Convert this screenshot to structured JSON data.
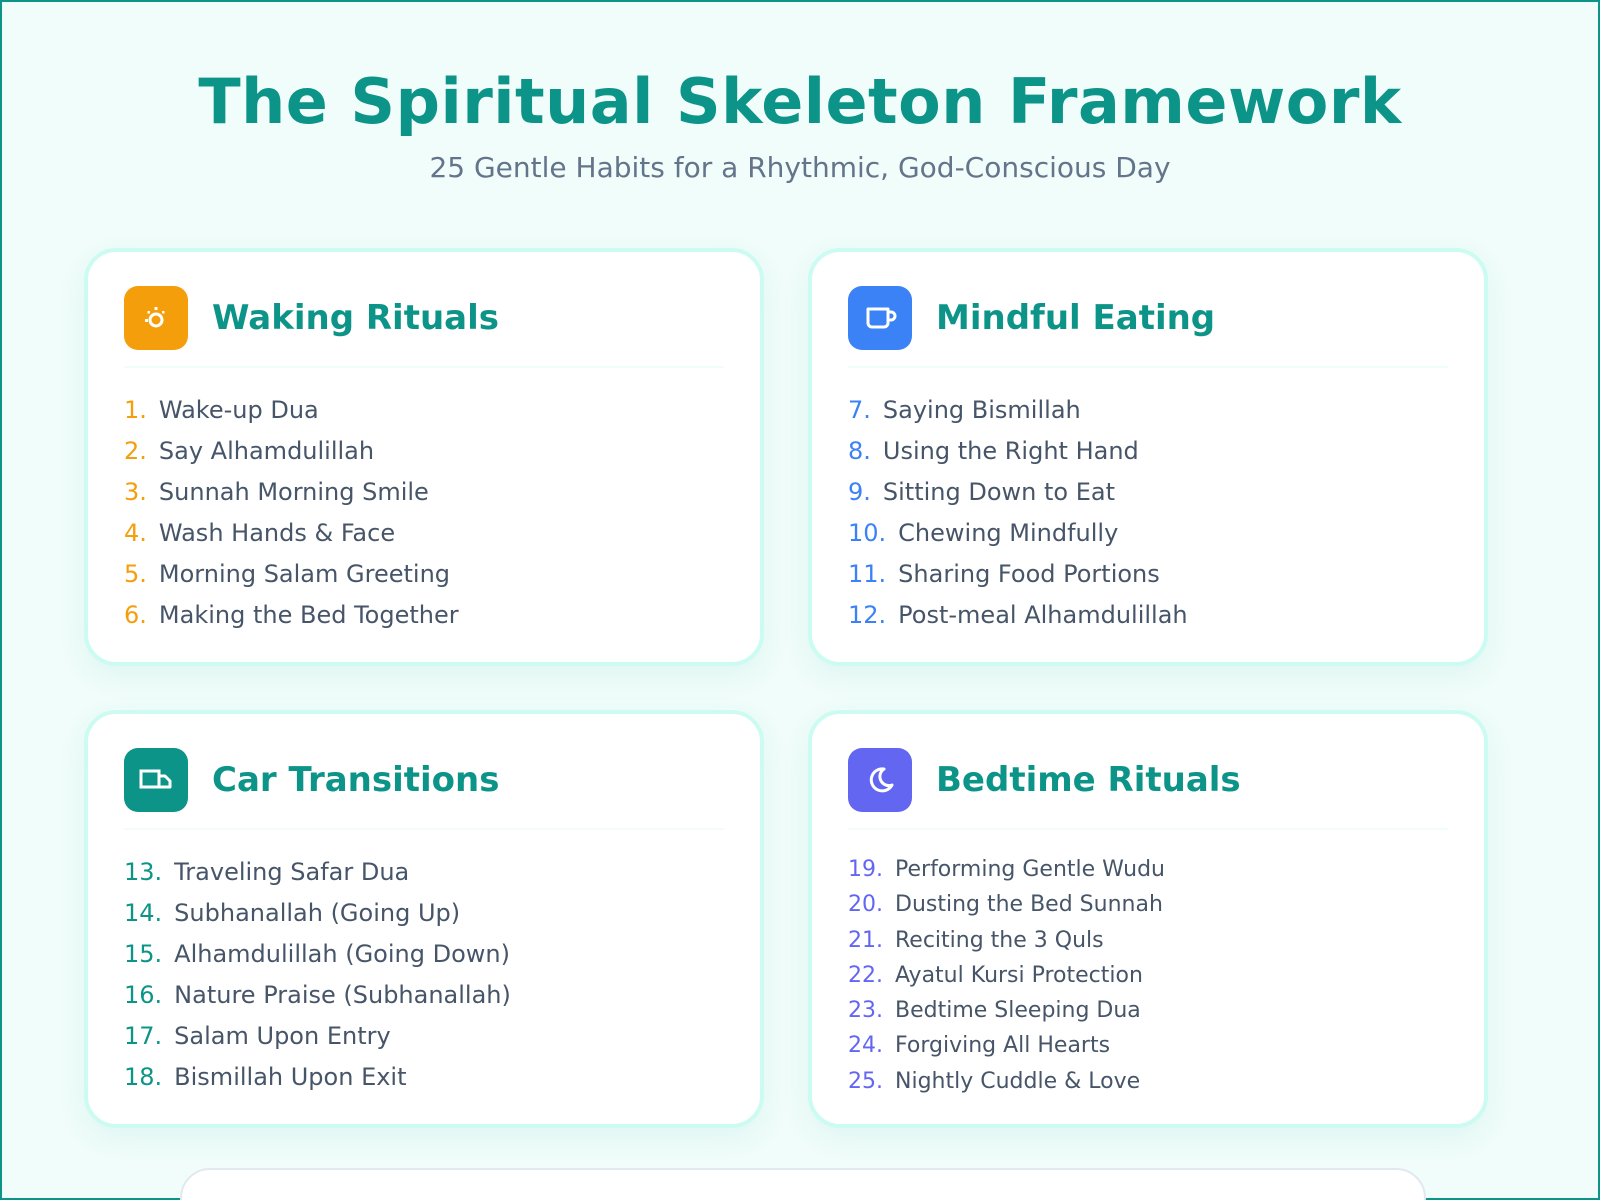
{
  "header": {
    "title": "The Spiritual Skeleton Framework",
    "subtitle": "25 Gentle Habits for a Rhythmic, God-Conscious Day"
  },
  "sections": [
    {
      "id": "waking",
      "title": "Waking Rituals",
      "icon": "sunrise-icon",
      "color": "#f59e0b",
      "items": [
        {
          "num": "1.",
          "label": "Wake-up Dua"
        },
        {
          "num": "2.",
          "label": "Say Alhamdulillah"
        },
        {
          "num": "3.",
          "label": "Sunnah Morning Smile"
        },
        {
          "num": "4.",
          "label": "Wash Hands & Face"
        },
        {
          "num": "5.",
          "label": "Morning Salam Greeting"
        },
        {
          "num": "6.",
          "label": "Making the Bed Together"
        }
      ]
    },
    {
      "id": "eating",
      "title": "Mindful Eating",
      "icon": "cup-icon",
      "color": "#3b82f6",
      "items": [
        {
          "num": "7.",
          "label": "Saying Bismillah"
        },
        {
          "num": "8.",
          "label": "Using the Right Hand"
        },
        {
          "num": "9.",
          "label": "Sitting Down to Eat"
        },
        {
          "num": "10.",
          "label": "Chewing Mindfully"
        },
        {
          "num": "11.",
          "label": "Sharing Food Portions"
        },
        {
          "num": "12.",
          "label": "Post-meal Alhamdulillah"
        }
      ]
    },
    {
      "id": "car",
      "title": "Car Transitions",
      "icon": "truck-icon",
      "color": "#0d9488",
      "items": [
        {
          "num": "13.",
          "label": "Traveling Safar Dua"
        },
        {
          "num": "14.",
          "label": "Subhanallah (Going Up)"
        },
        {
          "num": "15.",
          "label": "Alhamdulillah (Going Down)"
        },
        {
          "num": "16.",
          "label": "Nature Praise (Subhanallah)"
        },
        {
          "num": "17.",
          "label": "Salam Upon Entry"
        },
        {
          "num": "18.",
          "label": "Bismillah Upon Exit"
        }
      ]
    },
    {
      "id": "bedtime",
      "title": "Bedtime Rituals",
      "icon": "moon-icon",
      "color": "#6366f1",
      "items": [
        {
          "num": "19.",
          "label": "Performing Gentle Wudu"
        },
        {
          "num": "20.",
          "label": "Dusting the Bed Sunnah"
        },
        {
          "num": "21.",
          "label": "Reciting the 3 Quls"
        },
        {
          "num": "22.",
          "label": "Ayatul Kursi Protection"
        },
        {
          "num": "23.",
          "label": "Bedtime Sleeping Dua"
        },
        {
          "num": "24.",
          "label": "Forgiving All Hearts"
        },
        {
          "num": "25.",
          "label": "Nightly Cuddle & Love"
        }
      ]
    }
  ]
}
